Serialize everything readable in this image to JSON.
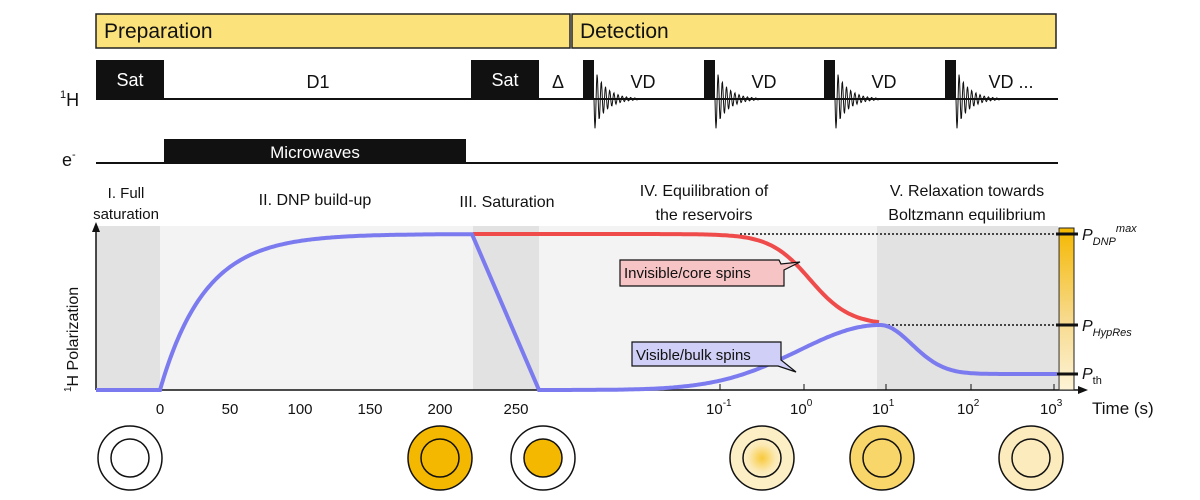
{
  "sequence": {
    "preparation_label": "Preparation",
    "detection_label": "Detection",
    "proton_channel": "1H",
    "electron_channel": "e-",
    "pulses": {
      "sat1": "Sat",
      "d1": "D1",
      "sat2": "Sat",
      "delta": "Δ",
      "vd": [
        "VD",
        "VD",
        "VD",
        "VD ..."
      ],
      "microwaves": "Microwaves"
    }
  },
  "phases": [
    {
      "line1": "I. Full",
      "line2": "saturation"
    },
    {
      "line1": "II. DNP build-up",
      "line2": ""
    },
    {
      "line1": "III. Saturation",
      "line2": ""
    },
    {
      "line1": "IV. Equilibration of",
      "line2": "the reservoirs"
    },
    {
      "line1": "V. Relaxation towards",
      "line2": "Boltzmann equilibrium"
    }
  ],
  "chart_data": {
    "type": "line",
    "ylabel": "1H Polarization",
    "xlabel": "Time (s)",
    "x_ticks_linear": [
      "0",
      "50",
      "100",
      "150",
      "200",
      "250"
    ],
    "x_ticks_log": [
      "10-1",
      "100",
      "101",
      "102",
      "103"
    ],
    "levels": [
      "PDNPmax",
      "PHypRes",
      "Pth"
    ],
    "series": [
      {
        "name": "Invisible/core spins",
        "color": "#ef4b4b"
      },
      {
        "name": "Visible/bulk spins",
        "color": "#7b7bef"
      }
    ]
  },
  "samples": [
    {
      "state": "empty"
    },
    {
      "state": "full"
    },
    {
      "state": "saturated shell"
    },
    {
      "state": "diffusing"
    },
    {
      "state": "partial"
    },
    {
      "state": "relaxed"
    }
  ],
  "colors": {
    "banner": "#fbe27a",
    "gold": "#f5b800",
    "red": "#ef4b4b",
    "blue": "#7b7bef",
    "shade": "#e2e2e2",
    "light_shade": "#f3f3f3"
  }
}
